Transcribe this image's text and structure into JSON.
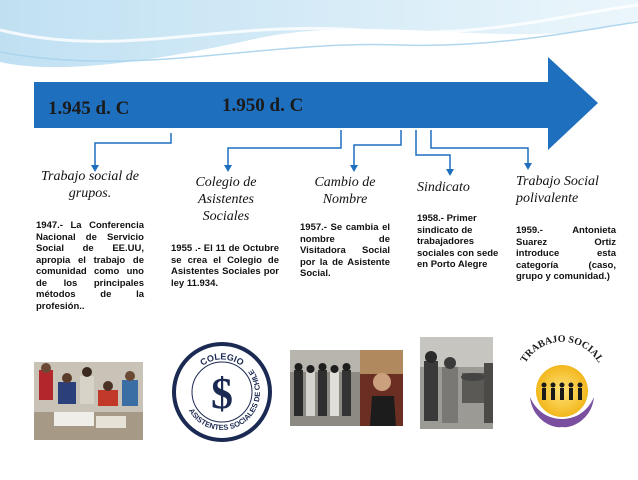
{
  "timeline": {
    "year_start": "1.945 d. C",
    "year_mid": "1.950 d. C"
  },
  "events": [
    {
      "title": "Trabajo social de grupos.",
      "text": "1947.- La Conferencia Nacional de Servicio Social de EE.UU, apropia el trabajo de comunidad como uno de los principales métodos de la profesión.."
    },
    {
      "title": "Colegio de Asistentes Sociales",
      "text": "1955 .- El 11 de Octubre se crea el Colegio de Asistentes Sociales por ley 11.934."
    },
    {
      "title": "Cambio de Nombre",
      "text": "1957.- Se cambia el nombre de Visitadora Social por la de Asistente Social."
    },
    {
      "title": "Sindicato",
      "text": "1958.- Primer sindicato de trabajadores sociales con sede en Porto Alegre"
    },
    {
      "title": "Trabajo Social polivalente",
      "text": "1959.- Antonieta Suarez Ortiz introduce esta categoría (caso, grupo y comunidad.)"
    }
  ],
  "logos": {
    "colegio_top": "COLEGIO",
    "colegio_ring": "ASISTENTES SOCIALES DE CHILE",
    "trabajo_social": "TRABAJO SOCIAL"
  },
  "colors": {
    "arrow": "#1f6fbf",
    "connector": "#1f6fbf",
    "wave": "#cfe7f5"
  }
}
